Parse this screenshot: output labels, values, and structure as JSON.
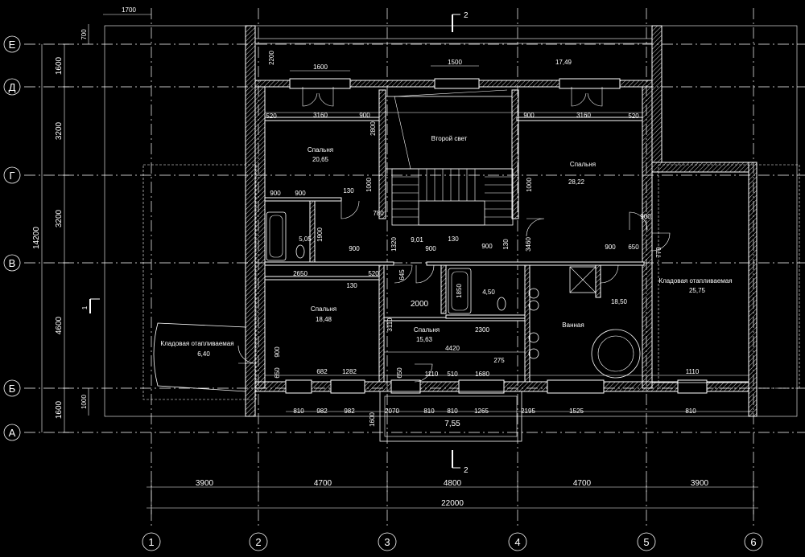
{
  "axes_letters": [
    {
      "id": "E",
      "label": "Е"
    },
    {
      "id": "D",
      "label": "Д"
    },
    {
      "id": "G",
      "label": "Г"
    },
    {
      "id": "V",
      "label": "В"
    },
    {
      "id": "B",
      "label": "Б"
    },
    {
      "id": "A",
      "label": "А"
    }
  ],
  "axes_numbers": [
    "1",
    "2",
    "3",
    "4",
    "5",
    "6"
  ],
  "dims_bottom_spans": [
    "3900",
    "4700",
    "4800",
    "4700",
    "3900"
  ],
  "dim_total_bottom": "22000",
  "dims_left_spans": [
    "1600",
    "3200",
    "3200",
    "4600",
    "1600"
  ],
  "dim_total_left": "14200",
  "dim_left_extra": [
    "700",
    "1000"
  ],
  "dim_top_left": "1700",
  "section_label": "2",
  "section_label_side": "1",
  "rooms": [
    {
      "id": "bed1",
      "name": "Спальня",
      "area": "20,65"
    },
    {
      "id": "second_light",
      "name": "Второй свет",
      "area": ""
    },
    {
      "id": "bed2",
      "name": "Спальня",
      "area": "28,22"
    },
    {
      "id": "wc1",
      "name": "",
      "area": "5,05"
    },
    {
      "id": "hall",
      "name": "",
      "area": "9,01"
    },
    {
      "id": "bath_small",
      "name": "",
      "area": "4,50"
    },
    {
      "id": "bath_area",
      "name": "",
      "area": "18,50"
    },
    {
      "id": "bed3",
      "name": "Спальня",
      "area": "18,48"
    },
    {
      "id": "bed4",
      "name": "Спальня",
      "area": "15,63"
    },
    {
      "id": "bathroom",
      "name": "Ванная",
      "area": ""
    },
    {
      "id": "storage_left",
      "name": "Кладовая отапливаемая",
      "area": "6,40"
    },
    {
      "id": "storage_right",
      "name": "Кладовая отапливаемая",
      "area": "25,75"
    },
    {
      "id": "balcony",
      "name": "",
      "area": "7,55"
    }
  ],
  "interior_dims": {
    "d1600": "1600",
    "d1500": "1500",
    "d1749": "17,49",
    "d2200": "2200",
    "d520a": "520",
    "d3160a": "3160",
    "d900a": "900",
    "d2800": "2800",
    "d900b": "900",
    "d3160b": "3160",
    "d520b": "520",
    "d1000a": "1000",
    "d1000b": "1000",
    "d900c": "900",
    "d900d": "900",
    "d130a": "130",
    "d780": "780",
    "d1900": "1900",
    "d1320": "1320",
    "d900e": "900",
    "d130b": "130",
    "d900f": "900",
    "d130c": "130",
    "d3460": "3460",
    "d900g": "900",
    "d650a": "650",
    "d900h": "900",
    "d770": "770",
    "d2650": "2650",
    "d130d": "130",
    "d520c": "520",
    "d645": "645",
    "d1850": "1850",
    "d2000": "2000",
    "d3110": "3110",
    "d2300": "2300",
    "d4420": "4420",
    "d275": "275",
    "d900i": "900",
    "d650b": "650",
    "d650c": "650",
    "d682": "682",
    "d1282": "1282",
    "d1110a": "1110",
    "d510": "510",
    "d1680": "1680",
    "d1110b": "1110",
    "b810a": "810",
    "b982a": "982",
    "b982b": "982",
    "b2070": "2070",
    "b810b": "810",
    "b810c": "810",
    "b1265": "1265",
    "b2195": "2195",
    "b1525": "1525",
    "b810d": "810",
    "b1600": "1600"
  },
  "colors": {
    "background": "#000000",
    "lines": "#ffffff"
  }
}
